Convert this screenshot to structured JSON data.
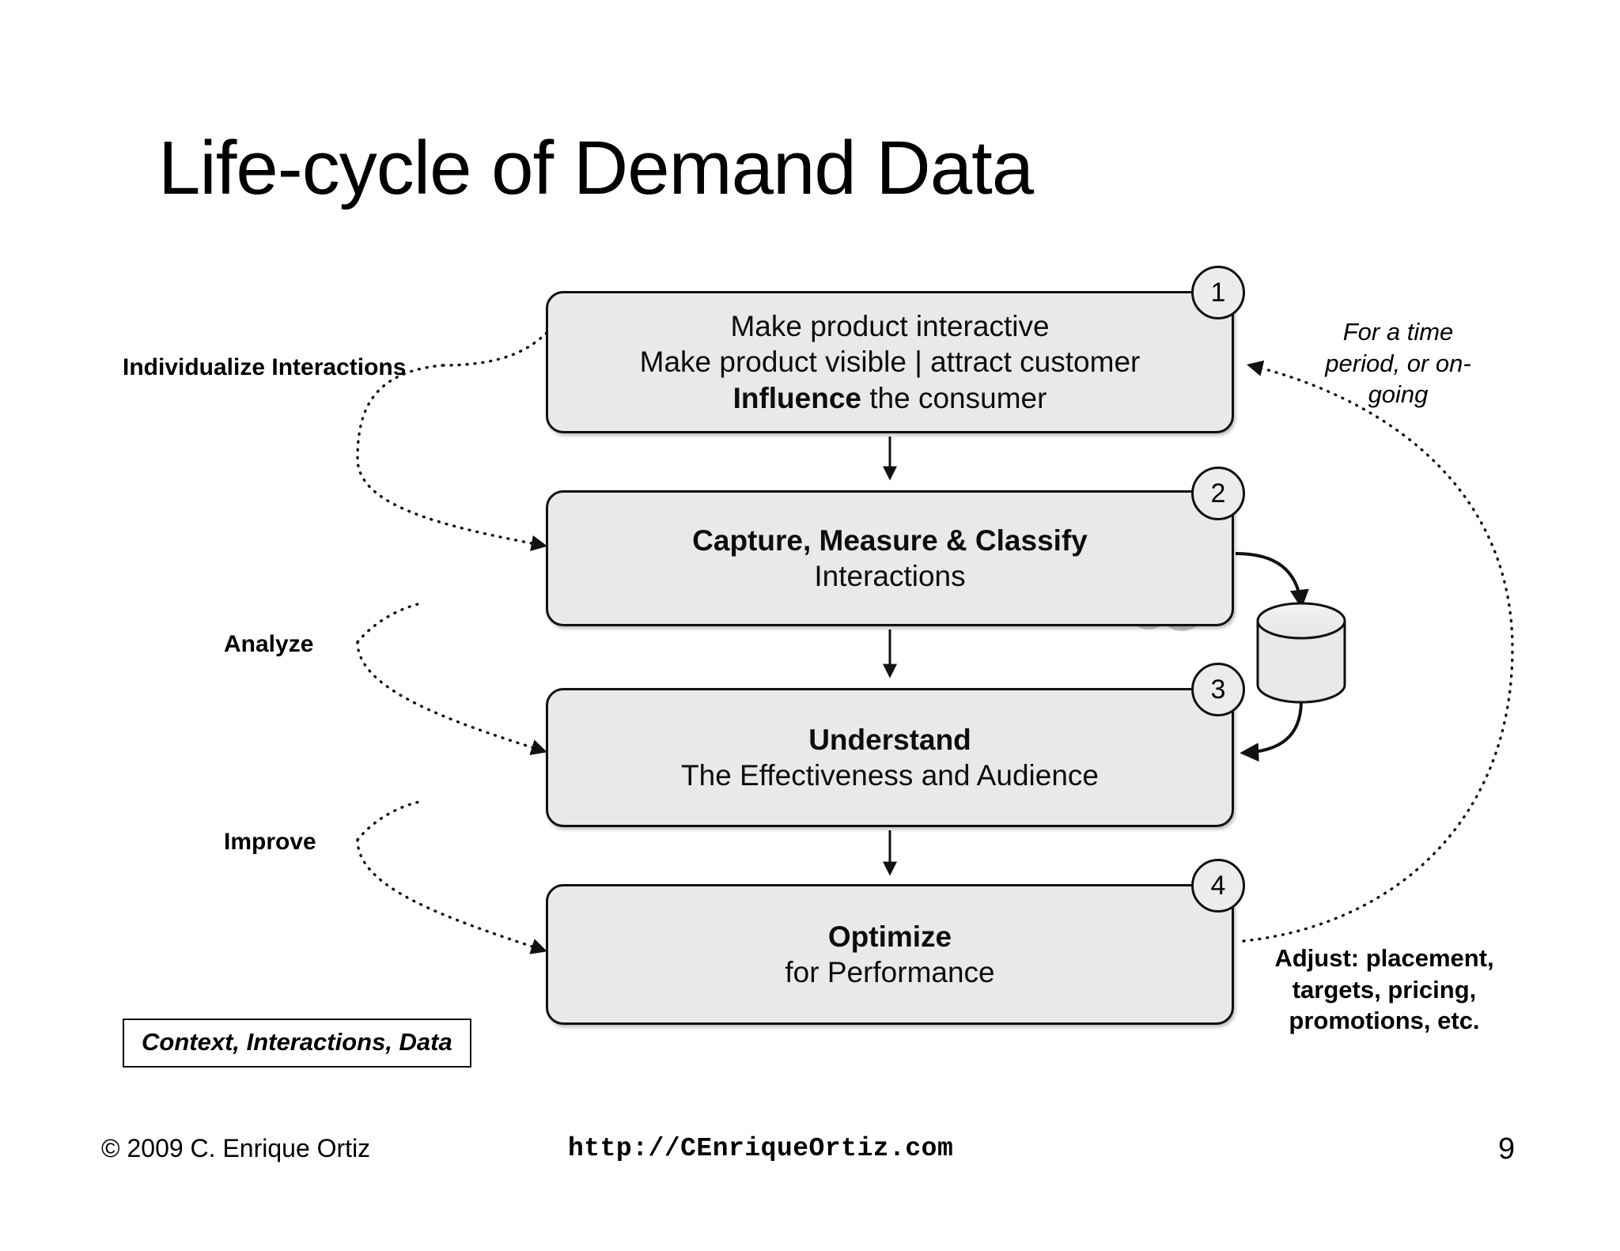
{
  "slide": {
    "title": "Life-cycle of Demand Data",
    "page_number": "9",
    "background_color": "#ffffff",
    "box_fill_color": "#e9e9e9",
    "box_border_color": "#111111",
    "cloud_color": "#c9c9c9"
  },
  "boxes": [
    {
      "id": "box-1",
      "badge": "1",
      "lines": [
        {
          "text": "Make product interactive",
          "bold": false
        },
        {
          "text": "Make product visible | attract customer",
          "bold": false
        },
        {
          "text": "Influence the consumer",
          "bold": false,
          "bold_prefix": "Influence",
          "rest": " the consumer"
        }
      ]
    },
    {
      "id": "box-2",
      "badge": "2",
      "lines": [
        {
          "text": "Capture, Measure & Classify",
          "bold": true
        },
        {
          "text": "Interactions",
          "bold": false
        }
      ]
    },
    {
      "id": "box-3",
      "badge": "3",
      "lines": [
        {
          "text": "Understand",
          "bold": true
        },
        {
          "text": "The Effectiveness and Audience",
          "bold": false
        }
      ]
    },
    {
      "id": "box-4",
      "badge": "4",
      "lines": [
        {
          "text": "Optimize",
          "bold": true
        },
        {
          "text": "for Performance",
          "bold": false
        }
      ]
    }
  ],
  "side_labels": {
    "individualize": "Individualize Interactions",
    "analyze": "Analyze",
    "improve": "Improve"
  },
  "annotations": {
    "for_a_time": "For a time period, or on-going",
    "adjust": "Adjust: placement, targets, pricing, promotions, etc.",
    "context": "Context, Interactions, Data"
  },
  "footer": {
    "copyright": "© 2009 C. Enrique Ortiz",
    "url": "http://CEnriqueOrtiz.com"
  },
  "icons": {
    "cloud": "cloud-icon",
    "database": "database-cylinder-icon",
    "cycle": "circular-arrows-icon"
  }
}
